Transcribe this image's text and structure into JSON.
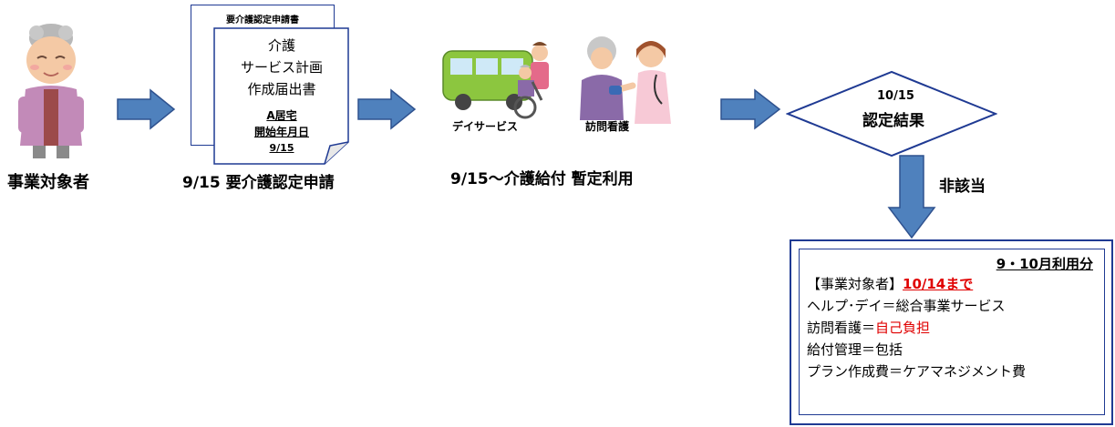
{
  "person": {
    "caption": "事業対象者"
  },
  "application_doc": {
    "back_title": "要介護認定申請書",
    "front_lines": [
      "介護",
      "サービス計画",
      "作成届出書"
    ],
    "front_sub": [
      "A居宅",
      "開始年月日",
      "9/15"
    ],
    "caption": "9/15 要介護認定申請"
  },
  "services": {
    "day_service_label": "デイサービス",
    "visit_nursing_label": "訪問看護",
    "caption": "9/15〜介護給付 暫定利用"
  },
  "decision": {
    "date": "10/15",
    "label": "認定結果"
  },
  "result_arrow_label": "非該当",
  "result_box": {
    "header": "9・10月利用分",
    "line1_prefix": "【事業対象者】",
    "line1_highlight": "10/14まで",
    "line2": "ヘルプ･デイ＝総合事業サービス",
    "line3_prefix": "訪問看護＝",
    "line3_highlight": "自己負担",
    "line4": "給付管理＝包括",
    "line5": "プラン作成費＝ケアマネジメント費"
  },
  "colors": {
    "arrow_fill": "#4f81bd",
    "arrow_stroke": "#2f528f",
    "outline": "#1f3a93",
    "highlight": "#e00000"
  }
}
